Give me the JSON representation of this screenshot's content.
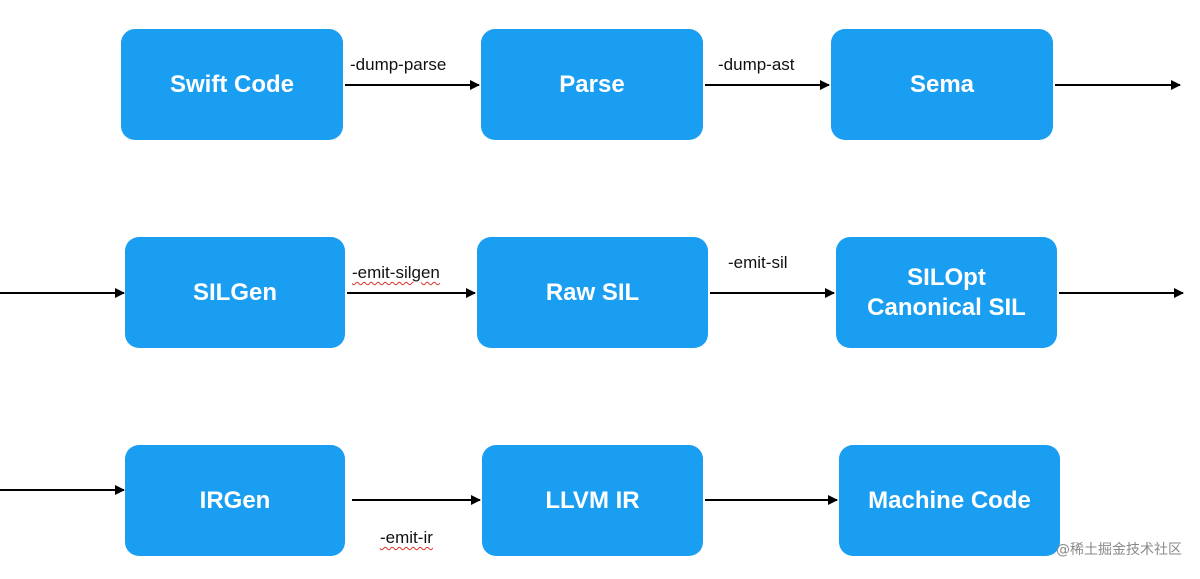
{
  "colors": {
    "node_fill": "#1a9ef2",
    "node_text": "#ffffff",
    "arrow": "#000000"
  },
  "nodes": [
    {
      "id": "swift-code",
      "lines": [
        "Swift Code"
      ]
    },
    {
      "id": "parse",
      "lines": [
        "Parse"
      ]
    },
    {
      "id": "sema",
      "lines": [
        "Sema"
      ]
    },
    {
      "id": "silgen",
      "lines": [
        "SILGen"
      ]
    },
    {
      "id": "raw-sil",
      "lines": [
        "Raw SIL"
      ]
    },
    {
      "id": "silopt",
      "lines": [
        "SILOpt",
        "Canonical SIL"
      ]
    },
    {
      "id": "irgen",
      "lines": [
        "IRGen"
      ]
    },
    {
      "id": "llvm-ir",
      "lines": [
        "LLVM IR"
      ]
    },
    {
      "id": "machine-code",
      "lines": [
        "Machine Code"
      ]
    }
  ],
  "edge_labels": {
    "dump_parse": "-dump-parse",
    "dump_ast": "-dump-ast",
    "emit_silgen": "-emit-silgen",
    "emit_sil": "-emit-sil",
    "emit_ir": "-emit-ir"
  },
  "watermark": "@稀土掘金技术社区"
}
